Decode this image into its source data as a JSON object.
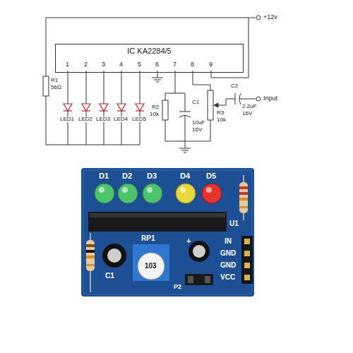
{
  "diagram": {
    "nodes": [
      {
        "text": [
          "IC KA2284/5"
        ]
      }
    ],
    "labels": [
      "+12v",
      "1",
      "2",
      "3",
      "4",
      "5",
      "6",
      "7",
      "8",
      "9",
      "R1",
      "56Ω",
      "LED1",
      "LED2",
      "LED3",
      "LED4",
      "LED5",
      "R2",
      "10k",
      "C1",
      "10uF",
      "16V",
      "R3",
      "10k",
      "C2",
      "2.2uF",
      "16V",
      "Input",
      "D1",
      "D2",
      "D3",
      "D4",
      "D5",
      "U1",
      "RP1",
      "103",
      "+",
      "C1",
      "P2",
      "IN",
      "GND",
      "GND",
      "VCC"
    ]
  }
}
